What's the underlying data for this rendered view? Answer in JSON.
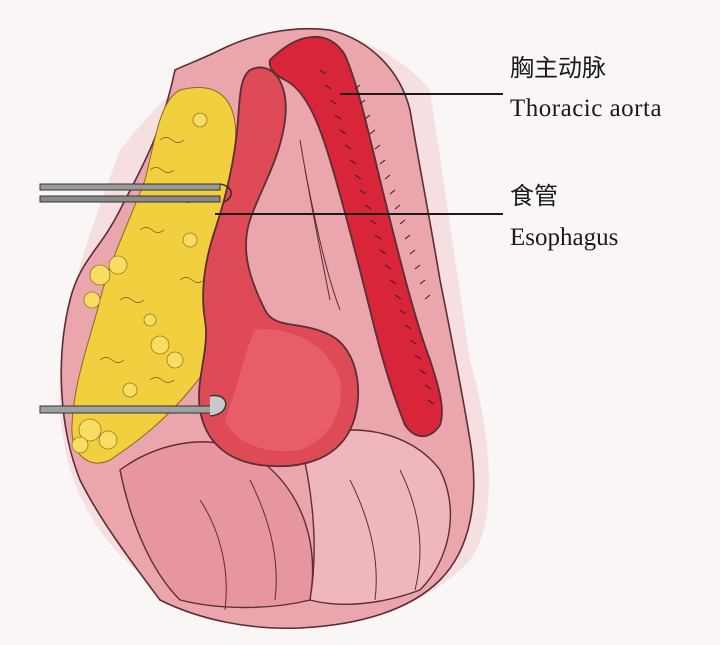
{
  "labels": {
    "aorta_zh": "胸主动脉",
    "aorta_en": "Thoracic  aorta",
    "esophagus_zh": "食管",
    "esophagus_en": "Esophagus"
  },
  "colors": {
    "background": "#fbf6f6",
    "tissue_pink": "#e9a2ab",
    "tissue_light": "#f3cfd2",
    "fat_yellow": "#f1cf3f",
    "aorta_red": "#d8253a",
    "esophagus_red": "#de4a55",
    "outline": "#5a2e33",
    "retractor": "#8a8a8a"
  },
  "icons": {
    "upper_retractor": "retractor-icon",
    "lower_retractor": "retractor-icon"
  }
}
